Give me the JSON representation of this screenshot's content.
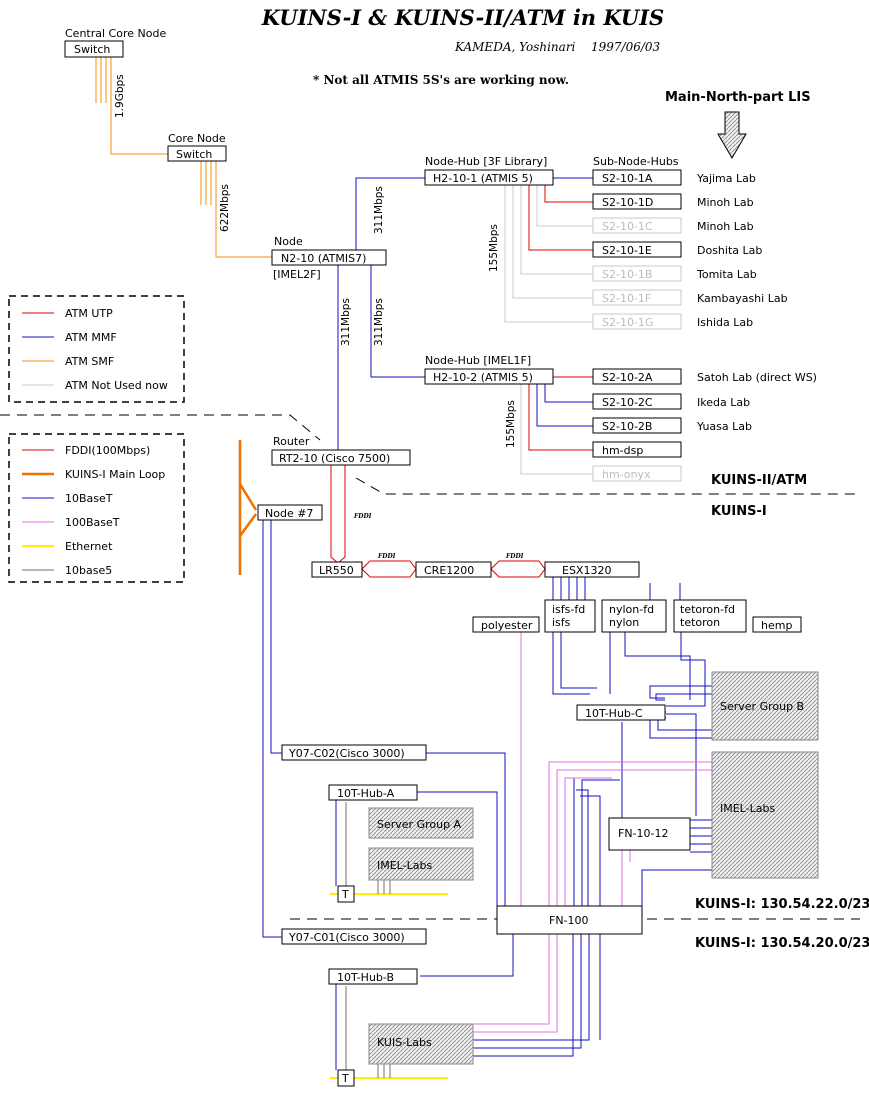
{
  "title": "KUINS-I & KUINS-II/ATM in KUIS",
  "author": "KAMEDA, Yoshinari",
  "date": "1997/06/03",
  "note": "* Not all ATMIS 5S's are working now.",
  "main_north": "Main-North-part LIS",
  "central_core": {
    "label": "Central Core Node",
    "box": "Switch"
  },
  "core_node": {
    "label": "Core Node",
    "box": "Switch"
  },
  "node": {
    "label": "Node",
    "box": "N2-10 (ATMIS7)",
    "sub": "[IMEL2F]"
  },
  "speeds": {
    "s19": "1.9Gbps",
    "s622": "622Mbps",
    "s311": "311Mbps",
    "s155": "155Mbps",
    "fddi": "FDDI"
  },
  "hub1": {
    "label": "Node-Hub   [3F Library]",
    "box": "H2-10-1 (ATMIS 5)"
  },
  "hub2": {
    "label": "Node-Hub   [IMEL1F]",
    "box": "H2-10-2 (ATMIS 5)"
  },
  "subhubs_label": "Sub-Node-Hubs",
  "subhubs1": [
    {
      "box": "S2-10-1A",
      "lab": "Yajima Lab"
    },
    {
      "box": "S2-10-1D",
      "lab": "Minoh Lab"
    },
    {
      "box": "S2-10-1C",
      "lab": "Minoh Lab"
    },
    {
      "box": "S2-10-1E",
      "lab": "Doshita Lab"
    },
    {
      "box": "S2-10-1B",
      "lab": "Tomita Lab"
    },
    {
      "box": "S2-10-1F",
      "lab": "Kambayashi Lab"
    },
    {
      "box": "S2-10-1G",
      "lab": "Ishida Lab"
    }
  ],
  "subhubs2": [
    {
      "box": "S2-10-2A",
      "lab": "Satoh Lab  (direct WS)"
    },
    {
      "box": "S2-10-2C",
      "lab": "Ikeda Lab"
    },
    {
      "box": "S2-10-2B",
      "lab": "Yuasa Lab"
    },
    {
      "box": "hm-dsp",
      "lab": ""
    },
    {
      "box": "hm-onyx",
      "lab": ""
    }
  ],
  "legend1": [
    {
      "label": "ATM UTP",
      "color": "#e00000"
    },
    {
      "label": "ATM MMF",
      "color": "#1010c0"
    },
    {
      "label": "ATM SMF",
      "color": "#f0900a"
    },
    {
      "label": "ATM Not Used now",
      "color": "#c8c8c8"
    }
  ],
  "legend2": [
    {
      "label": "FDDI(100Mbps)",
      "color": "#e00000"
    },
    {
      "label": "KUINS-I Main Loop",
      "color": "#f07000"
    },
    {
      "label": "10BaseT",
      "color": "#1010c0"
    },
    {
      "label": "100BaseT",
      "color": "#e070e0"
    },
    {
      "label": "Ethernet",
      "color": "#ffee00"
    },
    {
      "label": "10base5",
      "color": "#707070"
    }
  ],
  "router": {
    "label": "Router",
    "box": "RT2-10 (Cisco 7500)"
  },
  "kuins2": "KUINS-II/ATM",
  "kuins1": "KUINS-I",
  "node7": "Node #7",
  "lr550": "LR550",
  "cre1200": "CRE1200",
  "esx1320": "ESX1320",
  "polyester": "polyester",
  "isfs": {
    "l1": "isfs-fd",
    "l2": "isfs"
  },
  "nylon": {
    "l1": "nylon-fd",
    "l2": "nylon"
  },
  "tetoron": {
    "l1": "tetoron-fd",
    "l2": "tetoron"
  },
  "hemp": "hemp",
  "hubc": "10T-Hub-C",
  "sgb": "Server Group B",
  "imel_right": "IMEL-Labs",
  "fn1012": "FN-10-12",
  "y07c02": "Y07-C02(Cisco 3000)",
  "huba": "10T-Hub-A",
  "sga": "Server Group A",
  "imel_left": "IMEL-Labs",
  "t": "T",
  "fn100": "FN-100",
  "net22": "KUINS-I: 130.54.22.0/23",
  "net20": "KUINS-I: 130.54.20.0/23",
  "y07c01": "Y07-C01(Cisco 3000)",
  "hubb": "10T-Hub-B",
  "kuis_labs": "KUIS-Labs"
}
